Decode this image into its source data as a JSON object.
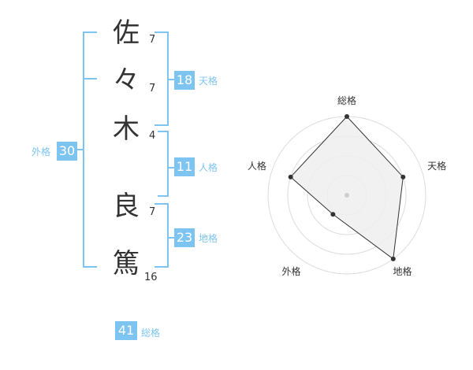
{
  "name": {
    "chars": [
      {
        "char": "佐",
        "strokes": "7"
      },
      {
        "char": "々",
        "strokes": "7"
      },
      {
        "char": "木",
        "strokes": "4"
      },
      {
        "char": "良",
        "strokes": "7"
      },
      {
        "char": "篤",
        "strokes": "16"
      }
    ]
  },
  "fortune": {
    "tenkaku": {
      "value": "18",
      "label": "天格"
    },
    "jinkaku": {
      "value": "11",
      "label": "人格"
    },
    "chikaku": {
      "value": "23",
      "label": "地格"
    },
    "gaikaku": {
      "value": "30",
      "label": "外格"
    },
    "soukaku": {
      "value": "41",
      "label": "総格"
    }
  },
  "colors": {
    "accent": "#7dc4f0",
    "text": "#333333",
    "radar_fill": "#eeeeee",
    "radar_grid": "#dddddd"
  },
  "chart_data": {
    "type": "radar",
    "axes": [
      "総格",
      "天格",
      "地格",
      "外格",
      "人格"
    ],
    "values": [
      4,
      3,
      4,
      1.2,
      3
    ],
    "max": 4,
    "rings": 4
  }
}
